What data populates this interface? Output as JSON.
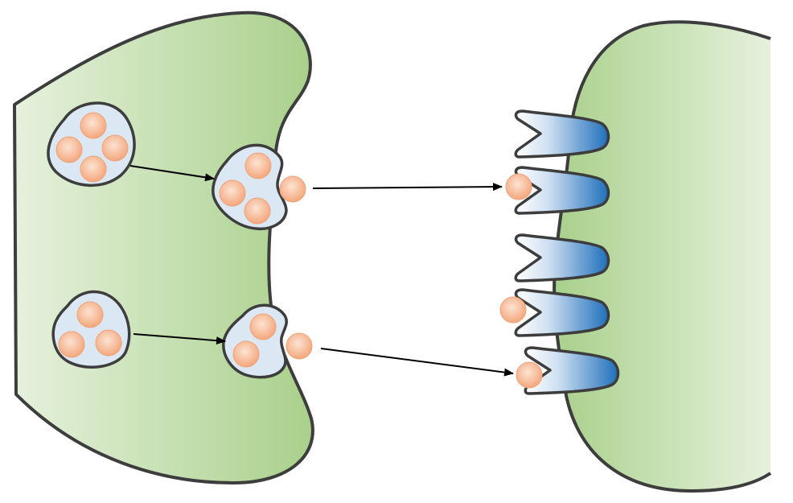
{
  "diagram": {
    "kind": "synaptic-transmission-illustration",
    "labels": [],
    "colors": {
      "cell_light": "#e6f1dd",
      "cell_dark": "#a9d08b",
      "outline": "#3d3d3d",
      "vesicle_fill": "#dbe7f3",
      "molecule_fill": "#f4a77c",
      "molecule_highlight": "#fce3d2",
      "receptor_light": "#ffffff",
      "receptor_dark": "#1f6fbb",
      "arrow": "#000000"
    },
    "elements": {
      "presynaptic_cell": "presynaptic-terminal",
      "postsynaptic_cell": "postsynaptic-membrane",
      "vesicles": [
        {
          "id": "vesicle-upper-inner",
          "molecules": 4
        },
        {
          "id": "vesicle-upper-fusing",
          "molecules": 3,
          "released": 1
        },
        {
          "id": "vesicle-lower-inner",
          "molecules": 3
        },
        {
          "id": "vesicle-lower-fusing",
          "molecules": 2,
          "released": 1
        }
      ],
      "receptors": [
        {
          "id": "receptor-1",
          "bound": false
        },
        {
          "id": "receptor-2",
          "bound": true
        },
        {
          "id": "receptor-3",
          "bound": false
        },
        {
          "id": "receptor-4",
          "bound": true
        },
        {
          "id": "receptor-5",
          "bound": true
        }
      ],
      "arrows": [
        "arrow-vesicle-to-membrane-upper",
        "arrow-release-to-receptor-upper",
        "arrow-vesicle-to-membrane-lower",
        "arrow-release-to-receptor-lower"
      ]
    }
  }
}
